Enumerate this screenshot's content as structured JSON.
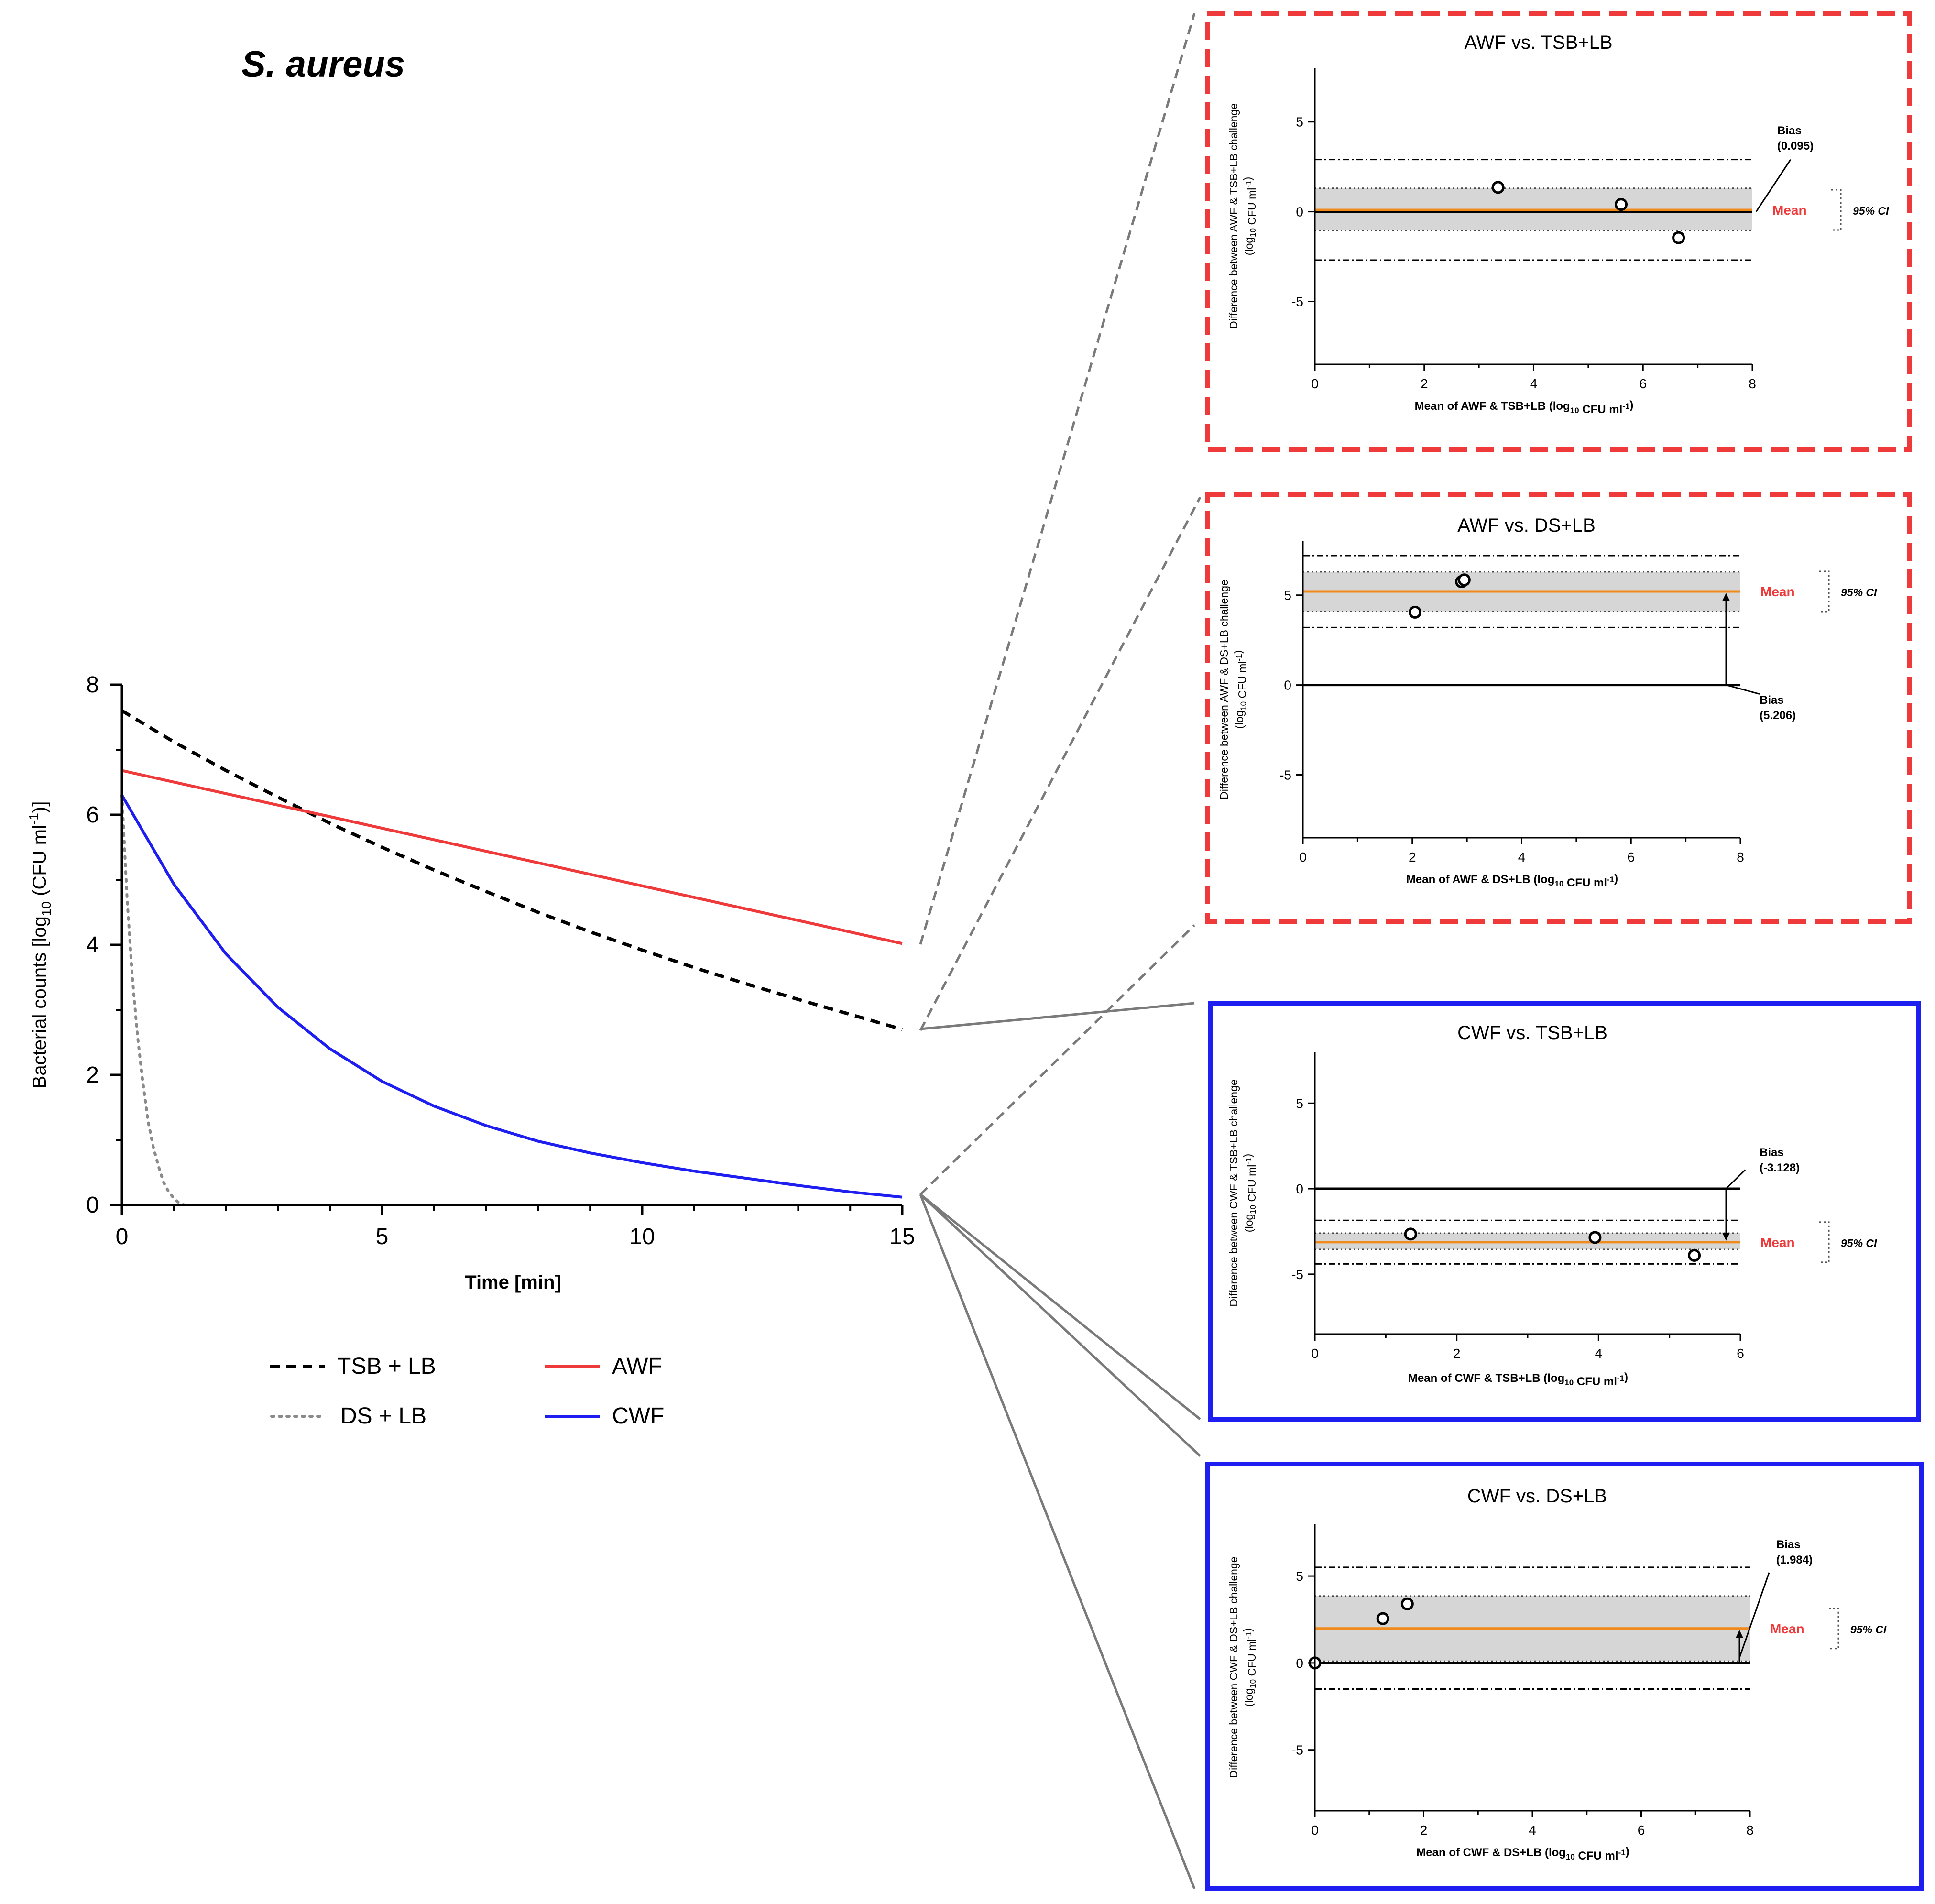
{
  "title": "S. aureus",
  "colors": {
    "tsb_lb": "#000000",
    "ds_lb": "#8a8a8a",
    "awf": "#ee3a3a",
    "cwf": "#1e1ef0",
    "mean_line": "#f08a1c",
    "ci_band": "#d6d6d6",
    "frame_awf": "#ee3a3a",
    "frame_cwf": "#1e1ef0",
    "mean_label": "#ee3a3a",
    "connector": "#7a7a7a"
  },
  "chart_data": [
    {
      "id": "main",
      "type": "line",
      "title": "S. aureus",
      "xlabel": "Time [min]",
      "ylabel": "Bacterial counts [log10 (CFU ml-1)]",
      "xlim": [
        0,
        15
      ],
      "ylim": [
        0,
        8
      ],
      "xticks": [
        0,
        5,
        10,
        15
      ],
      "yticks": [
        0,
        2,
        4,
        6,
        8
      ],
      "grid": false,
      "legend_position": "bottom",
      "series": [
        {
          "key": "tsb_lb",
          "name": "TSB + LB",
          "style": "dashed",
          "x": [
            0,
            1,
            2,
            3,
            4,
            5,
            6,
            7,
            8,
            9,
            10,
            11,
            12,
            13,
            14,
            15
          ],
          "y": [
            7.6,
            7.12,
            6.68,
            6.27,
            5.87,
            5.5,
            5.15,
            4.82,
            4.5,
            4.2,
            3.92,
            3.65,
            3.4,
            3.16,
            2.93,
            2.7
          ]
        },
        {
          "key": "ds_lb",
          "name": "DS + LB",
          "style": "dotted",
          "x": [
            0,
            0.1,
            0.2,
            0.3,
            0.4,
            0.5,
            0.6,
            0.7,
            0.8,
            0.9,
            1.0,
            1.1,
            1.2,
            15
          ],
          "y": [
            6.3,
            4.7,
            3.5,
            2.6,
            1.9,
            1.3,
            0.9,
            0.6,
            0.35,
            0.2,
            0.1,
            0.03,
            0,
            0
          ]
        },
        {
          "key": "awf",
          "name": "AWF",
          "style": "solid",
          "x": [
            0,
            15
          ],
          "y": [
            6.68,
            4.02
          ]
        },
        {
          "key": "cwf",
          "name": "CWF",
          "style": "solid",
          "x": [
            0,
            1,
            2,
            3,
            4,
            5,
            6,
            7,
            8,
            9,
            10,
            11,
            12,
            13,
            14,
            15
          ],
          "y": [
            6.3,
            4.93,
            3.86,
            3.04,
            2.4,
            1.9,
            1.52,
            1.22,
            0.98,
            0.8,
            0.65,
            0.52,
            0.41,
            0.3,
            0.2,
            0.12
          ]
        }
      ]
    },
    {
      "id": "p1",
      "type": "scatter",
      "title": "AWF vs. TSB+LB",
      "xlabel": "Mean of AWF & TSB+LB (log10 CFU ml-1)",
      "ylabel_line1": "Difference between AWF & TSB+LB challenge",
      "ylabel_line2": "(log10 CFU ml-1)",
      "xlim": [
        0,
        8
      ],
      "ylim": [
        -8.5,
        8
      ],
      "xticks": [
        0,
        2,
        4,
        6,
        8
      ],
      "yticks": [
        -5,
        0,
        5
      ],
      "points": [
        [
          3.35,
          1.35
        ],
        [
          5.6,
          0.4
        ],
        [
          6.65,
          -1.45
        ]
      ],
      "bias": 0.095,
      "ci": [
        -1.05,
        1.3
      ],
      "loa": [
        -2.7,
        2.9
      ],
      "bias_label": "Bias",
      "bias_value": "(0.095)",
      "mean_label": "Mean",
      "ci_label": "95% CI"
    },
    {
      "id": "p2",
      "type": "scatter",
      "title": "AWF vs. DS+LB",
      "xlabel": "Mean of AWF & DS+LB (log10 CFU ml-1)",
      "ylabel_line1": "Difference between AWF & DS+LB challenge",
      "ylabel_line2": "(log10 CFU ml-1)",
      "xlim": [
        0,
        8
      ],
      "ylim": [
        -8.5,
        8
      ],
      "xticks": [
        0,
        2,
        4,
        6,
        8
      ],
      "yticks": [
        -5,
        0,
        5
      ],
      "points": [
        [
          2.05,
          4.05
        ],
        [
          2.9,
          5.75
        ],
        [
          2.95,
          5.85
        ]
      ],
      "bias": 5.206,
      "ci": [
        4.1,
        6.3
      ],
      "loa": [
        3.2,
        7.2
      ],
      "bias_label": "Bias",
      "bias_value": "(5.206)",
      "mean_label": "Mean",
      "ci_label": "95% CI"
    },
    {
      "id": "p3",
      "type": "scatter",
      "title": "CWF vs. TSB+LB",
      "xlabel": "Mean of CWF & TSB+LB (log10 CFU ml-1)",
      "ylabel_line1": "Difference between CWF & TSB+LB challenge",
      "ylabel_line2": "(log10 CFU ml-1)",
      "xlim": [
        0,
        6
      ],
      "ylim": [
        -8.5,
        8
      ],
      "xticks": [
        0,
        2,
        4,
        6
      ],
      "yticks": [
        -5,
        0,
        5
      ],
      "points": [
        [
          1.35,
          -2.65
        ],
        [
          3.95,
          -2.85
        ],
        [
          5.35,
          -3.9
        ]
      ],
      "bias": -3.128,
      "ci": [
        -3.55,
        -2.6
      ],
      "loa": [
        -4.4,
        -1.85
      ],
      "bias_label": "Bias",
      "bias_value": "(-3.128)",
      "mean_label": "Mean",
      "ci_label": "95% CI"
    },
    {
      "id": "p4",
      "type": "scatter",
      "title": "CWF vs. DS+LB",
      "xlabel": "Mean of CWF & DS+LB (log10 CFU ml-1)",
      "ylabel_line1": "Difference between CWF & DS+LB challenge",
      "ylabel_line2": "(log10 CFU ml-1)",
      "xlim": [
        0,
        8
      ],
      "ylim": [
        -8.5,
        8
      ],
      "xticks": [
        0,
        2,
        4,
        6,
        8
      ],
      "yticks": [
        -5,
        0,
        5
      ],
      "points": [
        [
          0.0,
          0.0
        ],
        [
          1.25,
          2.55
        ],
        [
          1.7,
          3.4
        ]
      ],
      "bias": 1.984,
      "ci": [
        0.1,
        3.85
      ],
      "loa": [
        -1.5,
        5.5
      ],
      "bias_label": "Bias",
      "bias_value": "(1.984)",
      "mean_label": "Mean",
      "ci_label": "95% CI"
    }
  ]
}
